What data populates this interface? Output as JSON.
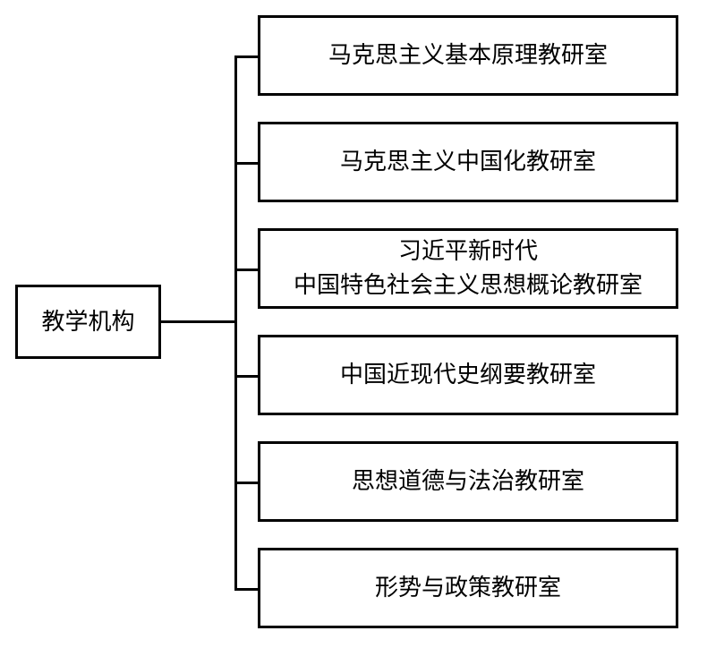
{
  "diagram": {
    "type": "organization-chart",
    "orientation": "horizontal-left-to-right",
    "background_color": "#ffffff",
    "line_color": "#000000",
    "text_color": "#000000",
    "root": {
      "label": "教学机构"
    },
    "children": [
      {
        "label": "马克思主义基本原理教研室",
        "lines": 1
      },
      {
        "label": "马克思主义中国化教研室",
        "lines": 1
      },
      {
        "label": "习近平新时代\n中国特色社会主义思想概论教研室",
        "lines": 2
      },
      {
        "label": "中国近现代史纲要教研室",
        "lines": 1
      },
      {
        "label": "思想道德与法治教研室",
        "lines": 1
      },
      {
        "label": "形势与政策教研室",
        "lines": 1
      }
    ]
  }
}
